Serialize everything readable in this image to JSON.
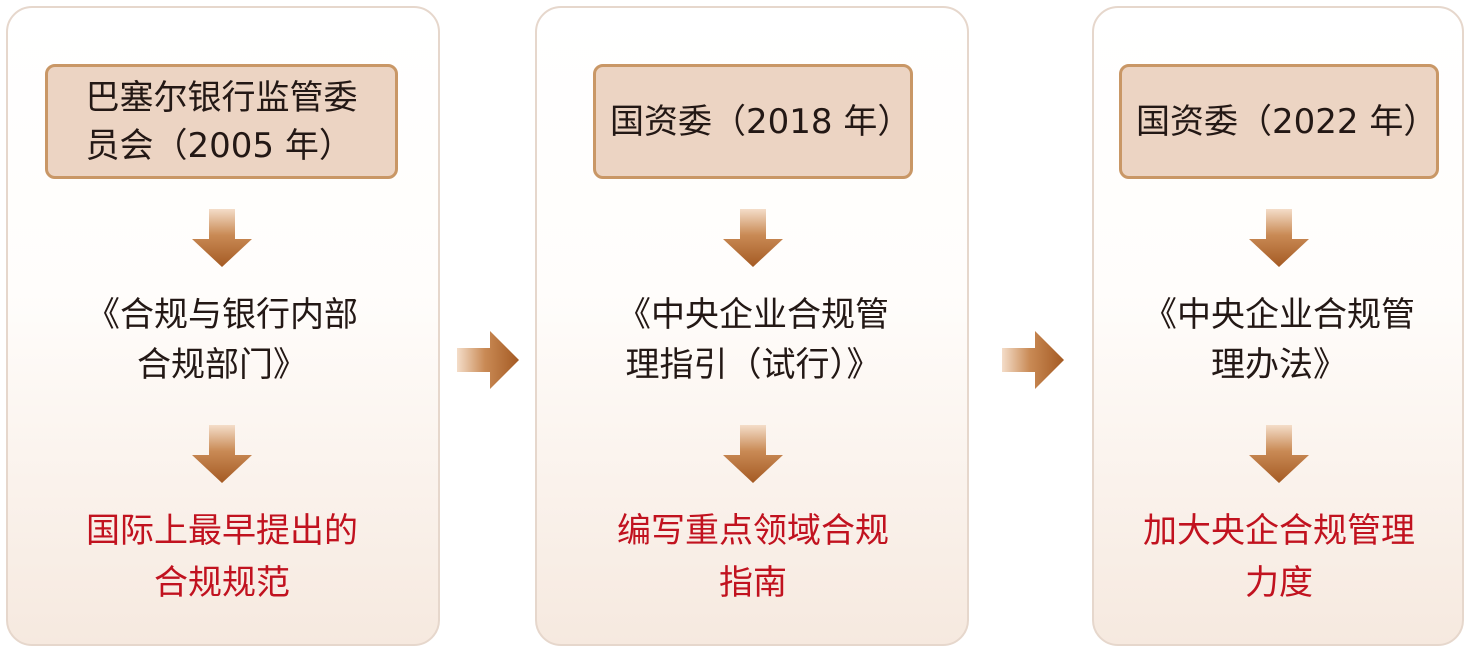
{
  "columns": [
    {
      "org_line1": "巴塞尔银行监管委",
      "org_line2": "员会（2005 年）",
      "doc_line1": "《合规与银行内部",
      "doc_line2": "合规部门》",
      "result_line1": "国际上最早提出的",
      "result_line2": "合规规范"
    },
    {
      "org_line1": "国资委（2018 年）",
      "doc_line1": "《中央企业合规管",
      "doc_line2": "理指引（试行）》",
      "result_line1": "编写重点领域合规",
      "result_line2": "指南"
    },
    {
      "org_line1": "国资委（2022 年）",
      "doc_line1": "《中央企业合规管",
      "doc_line2": "理办法》",
      "result_line1": "加大央企合规管理",
      "result_line2": "力度"
    }
  ],
  "colors": {
    "panel_border": "#e6d7cc",
    "box_fill": "#ecd4c3",
    "box_border": "#c99766",
    "arrow_dark": "#a45a23",
    "arrow_light": "#f4ddc9",
    "result_text": "#c1121f",
    "body_text": "#231815"
  },
  "icons": [
    "down-arrow-icon",
    "right-arrow-icon"
  ]
}
